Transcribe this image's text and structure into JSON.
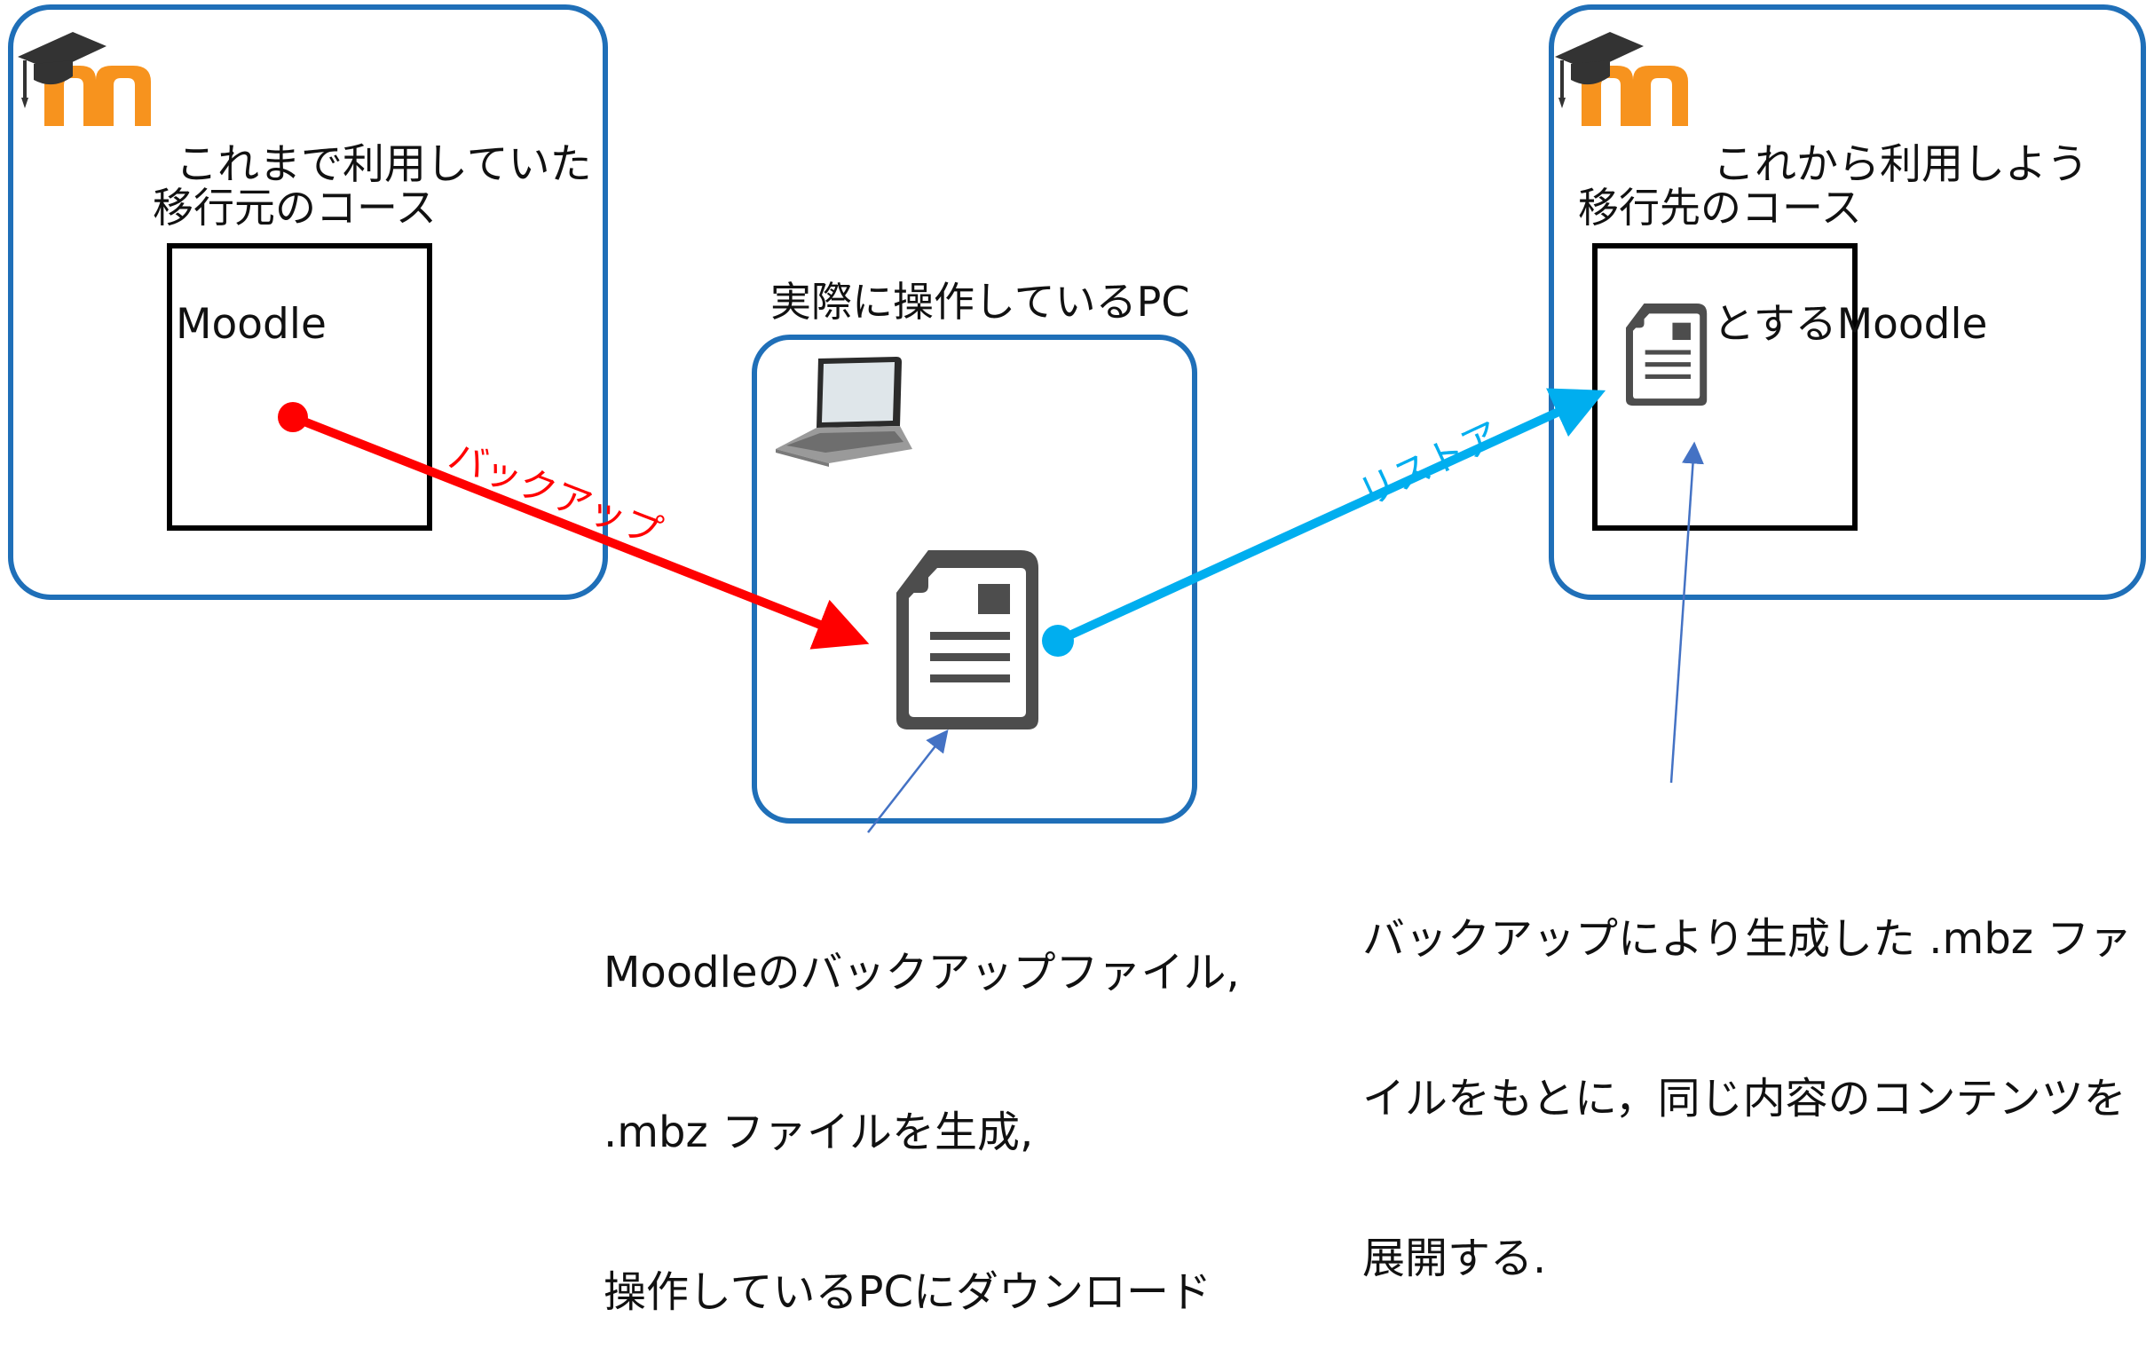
{
  "source_moodle": {
    "title_line1": "これまで利用していた",
    "title_line2": "Moodle",
    "course_label": "移行元のコース"
  },
  "dest_moodle": {
    "title_line1": "これから利用しよう",
    "title_line2": "とするMoodle",
    "course_label": "移行先のコース"
  },
  "pc": {
    "label": "実際に操作しているPC"
  },
  "arrows": {
    "backup_label": "バックアップ",
    "restore_label": "リストア"
  },
  "notes": {
    "backup_note": [
      "Moodleのバックアップファイル,",
      ".mbz ファイルを生成,",
      "操作しているPCにダウンロード"
    ],
    "restore_note": [
      "バックアップにより生成した .mbz ファ",
      "イルをもとに，同じ内容のコンテンツを",
      "展開する."
    ]
  },
  "colors": {
    "frame": "#1f6fb8",
    "backup": "#ff0000",
    "restore": "#00aeef",
    "callout": "#4472c4",
    "moodle_orange": "#f7931e",
    "doc_gray": "#4d4d4d"
  },
  "icons": [
    "moodle-logo-icon",
    "graduation-cap-icon",
    "laptop-icon",
    "document-icon"
  ]
}
